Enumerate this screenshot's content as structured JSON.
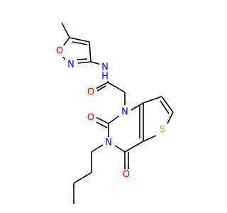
{
  "molecule": {
    "atoms": {
      "methyl": {
        "label": "",
        "color": "#000000"
      },
      "o_isox": {
        "label": "O",
        "color": "#ff0000"
      },
      "n_isox": {
        "label": "N",
        "color": "#0000ff"
      },
      "nh_amide": {
        "label": "N",
        "h_label": "H",
        "color": "#0000ff"
      },
      "o_amide": {
        "label": "O",
        "color": "#ff0000"
      },
      "n1_ring": {
        "label": "N",
        "color": "#0000ff"
      },
      "o_c2": {
        "label": "O",
        "color": "#ff0000"
      },
      "n3_ring": {
        "label": "N",
        "color": "#0000ff"
      },
      "o_c4": {
        "label": "O",
        "color": "#ff0000"
      },
      "s_thio": {
        "label": "S",
        "color": "#ccaa00"
      }
    },
    "bond_color": "#000000"
  }
}
